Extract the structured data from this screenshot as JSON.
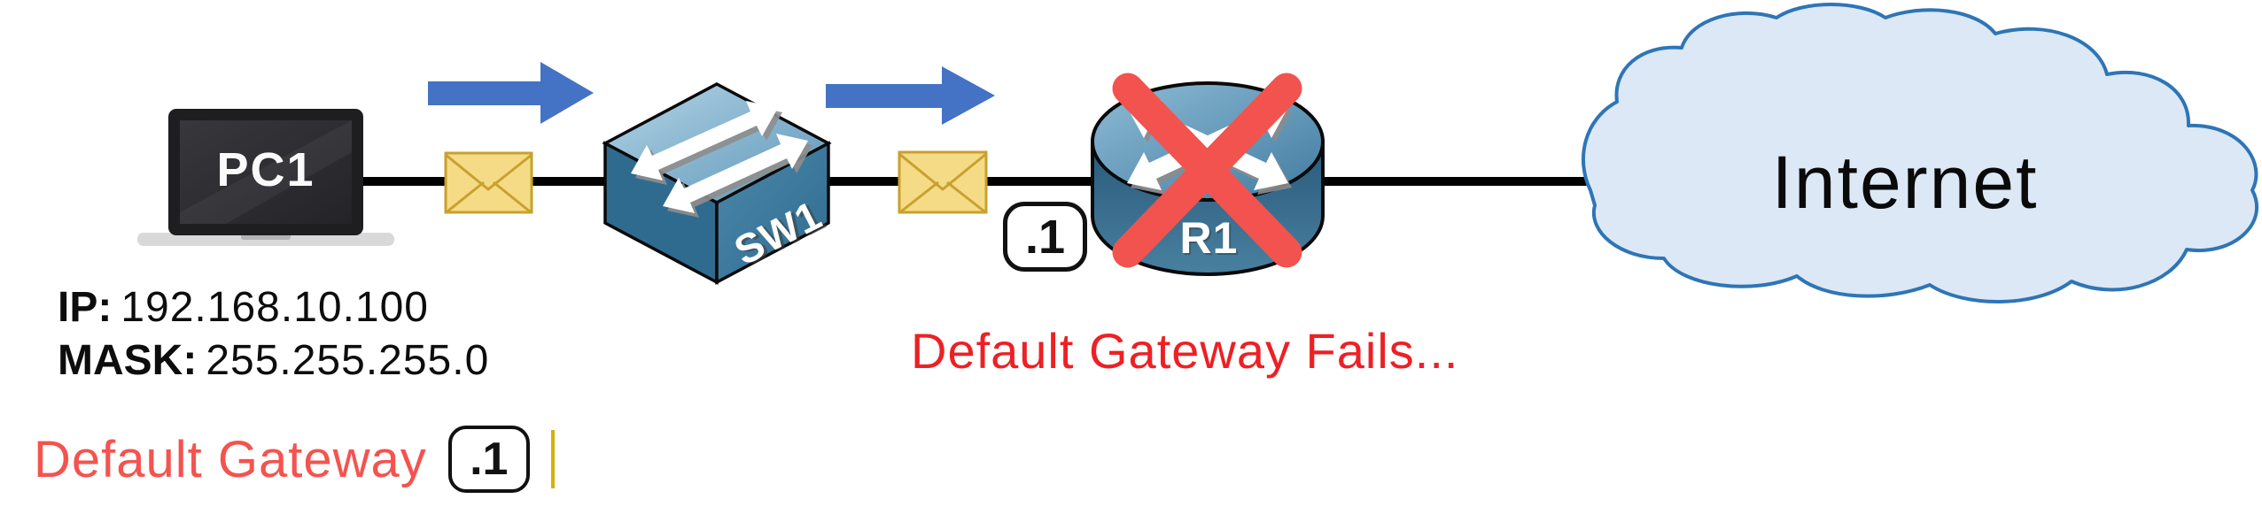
{
  "diagram": {
    "devices": {
      "pc": {
        "label": "PC1",
        "ip_label": "IP:",
        "ip_value": "192.168.10.100",
        "mask_label": "MASK:",
        "mask_value": "255.255.255.0"
      },
      "switch": {
        "label": "SW1"
      },
      "router": {
        "label": "R1",
        "interface_label": ".1"
      },
      "internet": {
        "label": "Internet"
      }
    },
    "annotations": {
      "default_gateway_label": "Default Gateway",
      "default_gateway_value": ".1",
      "failure_text": "Default Gateway Fails..."
    },
    "icons": {
      "pc": "laptop-icon",
      "packet": "envelope-icon",
      "flow": "arrow-right-icon",
      "switch": "switch-icon",
      "router": "router-icon",
      "failure": "red-x-icon",
      "internet": "cloud-icon"
    },
    "colors": {
      "arrow_blue": "#4472c4",
      "envelope_fill": "#f5db86",
      "envelope_border": "#c8a12e",
      "red_x": "#f2534e",
      "gateway_text": "#f4534f",
      "failure_text": "#ec2125",
      "cloud_fill": "#dce8f5",
      "cloud_border": "#2e75b6",
      "cable": "#000000"
    }
  }
}
